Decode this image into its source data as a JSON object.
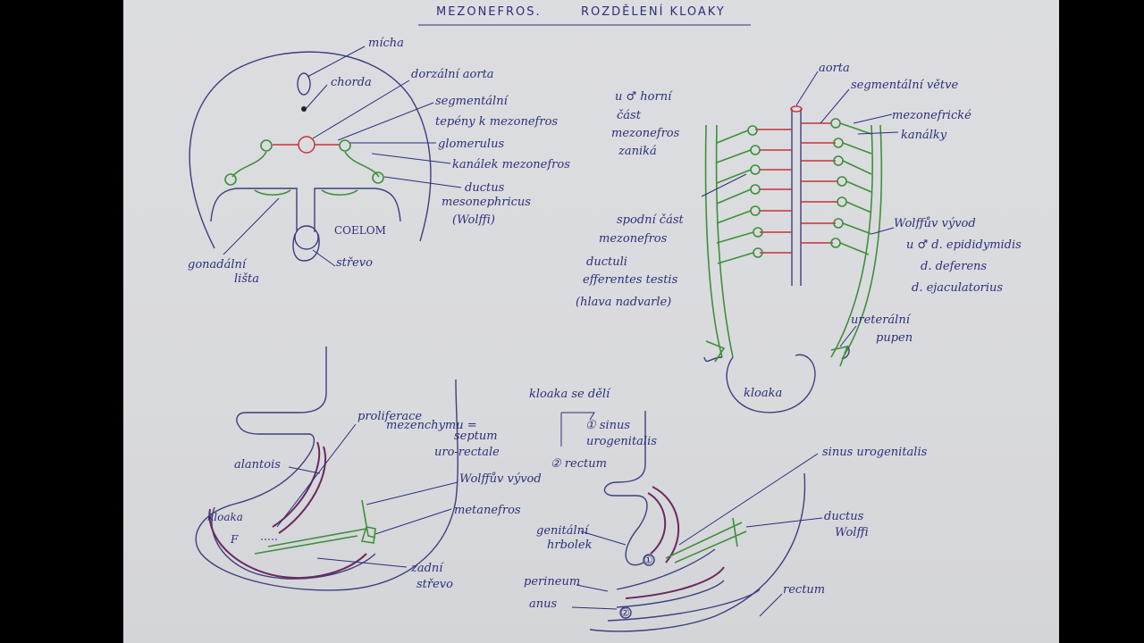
{
  "title": {
    "left": "MEZONEFROS.",
    "right": "ROZDĚLENÍ KLOAKY"
  },
  "cross_section": {
    "labels": {
      "mícha": "mícha",
      "chorda": "chorda",
      "aorta": "dorzální aorta",
      "segmental1": "segmentální",
      "segmental2": "tepény k mezonefros",
      "glomerulus": "glomerulus",
      "kanalek": "kanálek mezonefros",
      "ductus1": "ductus",
      "ductus2": "mesonephricus",
      "ductus3": "(Wolffi)",
      "coelom": "COELOM",
      "strevo": "střevo",
      "gonad1": "gonadální",
      "gonad2": "lišta"
    }
  },
  "male_view": {
    "labels": {
      "note1": "u ♂ horní",
      "note2": "část",
      "note3": "mezonefros",
      "note4": "zaniká",
      "aorta": "aorta",
      "segmental": "segmentální větve",
      "mezo1": "mezonefrické",
      "mezo2": "kanálky",
      "lower1": "spodní část",
      "lower2": "mezonefros",
      "lower3": "ductuli",
      "lower4": "efferentes testis",
      "lower5": "(hlava nadvarle)",
      "wolff1": "Wolffův vývod",
      "wolff2": "u ♂ d. epididymidis",
      "wolff3": "d. deferens",
      "wolff4": "d. ejaculatorius",
      "ureter1": "ureterální",
      "ureter2": "pupen",
      "kloaka": "kloaka"
    }
  },
  "division": {
    "labels": {
      "prolif1": "proliferace",
      "prolif2": "mezenchymu =",
      "septum1": "septum",
      "septum2": "uro-rectale",
      "alantois": "alantois",
      "wolff": "Wolffův vývod",
      "kloaka": "kloaka",
      "metanefros": "metanefros",
      "f": "F",
      "zadni1": "zadní",
      "zadni2": "střevo",
      "deli": "kloaka se dělí",
      "sinus1": "① sinus",
      "sinus2": "urogenitalis",
      "rectum_note": "② rectum",
      "sinus_u": "sinus urogenitalis",
      "genital1": "genitální",
      "genital2": "hrbolek",
      "perineum": "perineum",
      "anus": "anus",
      "ductus1": "ductus",
      "ductus2": "Wolffi",
      "rectum": "rectum",
      "n1": "①",
      "n2": "②"
    }
  }
}
